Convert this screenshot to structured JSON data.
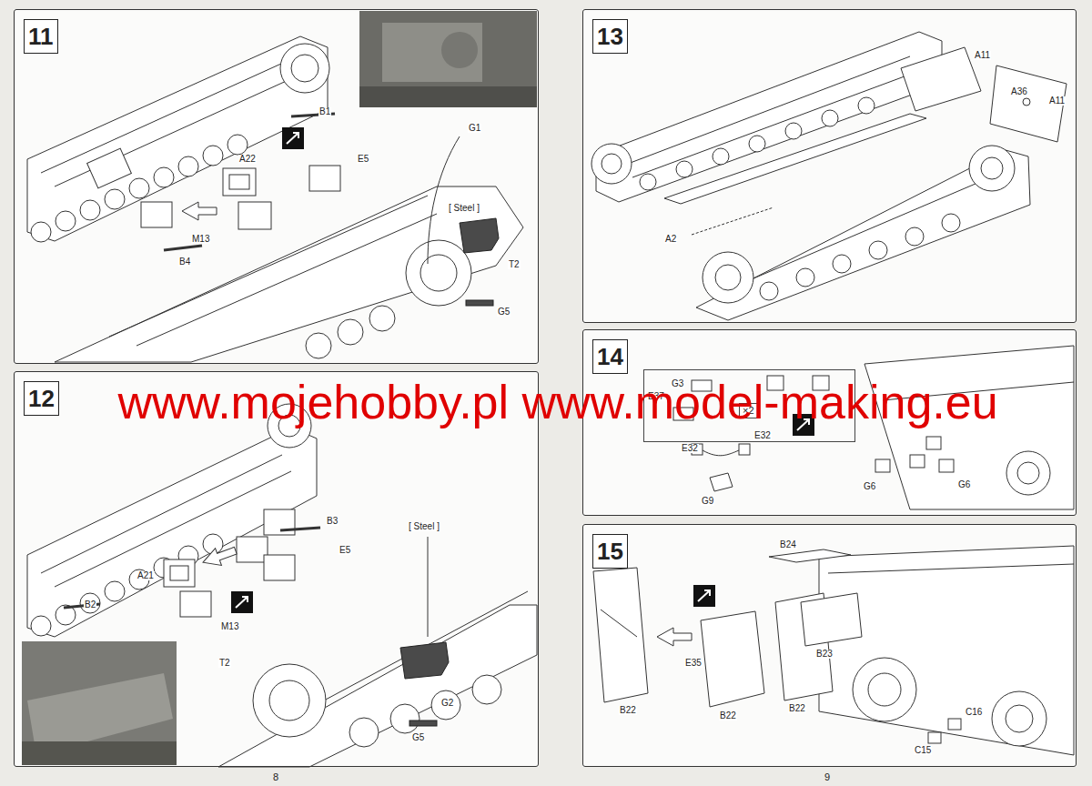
{
  "diagram": {
    "nodes": [
      {
        "text": [
          "11"
        ]
      },
      {
        "text": [
          "12"
        ]
      },
      {
        "text": [
          "13"
        ]
      },
      {
        "text": [
          "14"
        ]
      },
      {
        "text": [
          "G3",
          "E37",
          "×2"
        ],
        "in": 3
      },
      {
        "text": [
          "15"
        ]
      }
    ],
    "labels": [
      "B1",
      "A22",
      "E5",
      "M13",
      "B4",
      "G1",
      "[ Steel ]",
      "T2",
      "G5",
      "B3",
      "E5",
      "A21",
      "M13",
      "B2",
      "[ Steel ]",
      "T2",
      "G2",
      "G5",
      "A11",
      "A36",
      "A11",
      "A2",
      "E32",
      "E32",
      "G9",
      "G6",
      "G6",
      "B24",
      "B22",
      "E35",
      "B22",
      "B22",
      "B23",
      "C16",
      "C15",
      "www.mojehobby.pl www.model-making.eu",
      "8",
      "9"
    ]
  }
}
